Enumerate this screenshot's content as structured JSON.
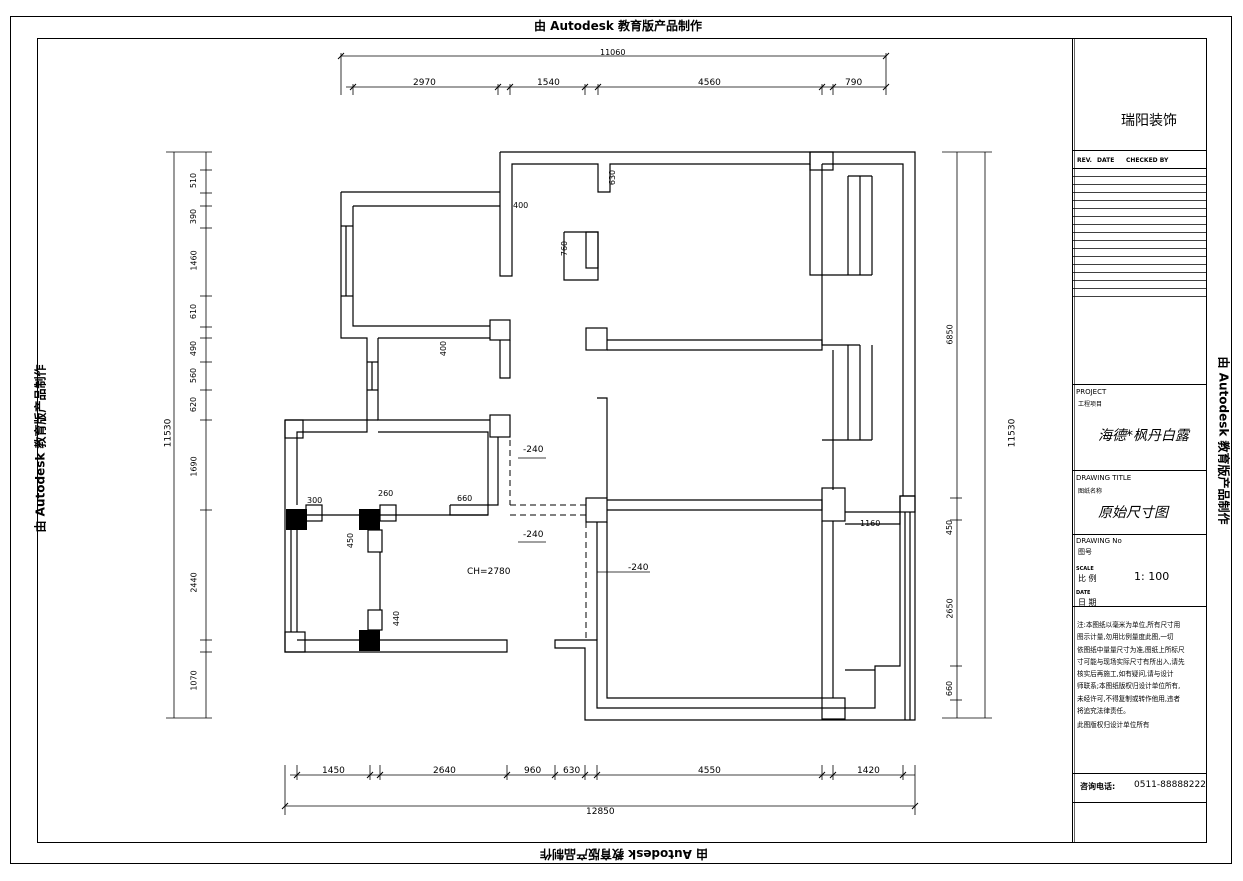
{
  "watermark": "由 Autodesk 教育版产品制作",
  "dims": {
    "top_total": "11060",
    "top": [
      "2970",
      "1540",
      "4560",
      "790"
    ],
    "bottom_total": "12850",
    "bottom": [
      "1450",
      "2640",
      "960",
      "630",
      "4550",
      "1420"
    ],
    "left_total": "11530",
    "left": [
      "510",
      "390",
      "1460",
      "610",
      "490",
      "560",
      "620",
      "1690",
      "2440",
      "1070"
    ],
    "right_total": "11530",
    "right": [
      "6850",
      "450",
      "2650",
      "660"
    ]
  },
  "plan_labels": {
    "ceiling_height": "CH=2780",
    "beam_a": "-240",
    "beam_b": "-240",
    "beam_c": "-240",
    "d630": "630",
    "d400a": "400",
    "d760": "760",
    "d400b": "400",
    "d300": "300",
    "d260": "260",
    "d660": "660",
    "d450": "450",
    "d440": "440",
    "d1160": "1160"
  },
  "title_block": {
    "company": "瑞阳装饰",
    "rev_header": [
      "REV.",
      "DATE",
      "CHECKED BY"
    ],
    "project_label": "PROJECT",
    "project_sub": "工程项目",
    "project_name": "海德*枫丹白露",
    "drawing_title_label": "DRAWING TITLE",
    "drawing_title_sub": "图纸名称",
    "drawing_title": "原始尺寸图",
    "drawing_no_label": "DRAWING No",
    "drawing_no_sub": "图号",
    "scale_label": "SCALE",
    "scale_sub": "比    例",
    "scale_value": "1: 100",
    "date_label": "DATE",
    "date_sub": "日    期",
    "notes": [
      "注:本图纸以毫米为单位,所有尺寸用",
      "图示计量,勿用比例量度此图,一切",
      "依图纸中量量尺寸为准,图纸上所标尺",
      "寸可能与现场实际尺寸有所出入,请先",
      "核实后再施工,如有疑问,请与设计",
      "师联系;本图纸版权归设计单位所有,",
      "未经许可,不得复制或转作他用,违者",
      "将追究法律责任。"
    ],
    "copyright": "此图版权归设计单位所有",
    "phone_label": "咨询电话:",
    "phone": "0511-88888222"
  }
}
